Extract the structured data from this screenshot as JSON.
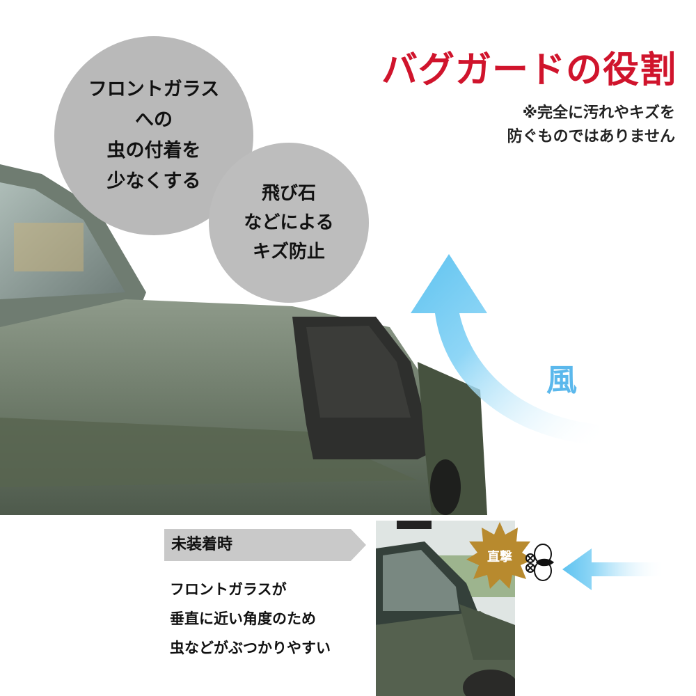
{
  "title": "バグガードの役割",
  "note": {
    "line1": "※完全に汚れやキズを",
    "line2": "防ぐものではありません"
  },
  "bubble1": {
    "line1": "フロントガラス",
    "line2": "への",
    "line3": "虫の付着を",
    "line4": "少なくする"
  },
  "bubble2": {
    "line1": "飛び石",
    "line2": "などによる",
    "line3": "キズ防止"
  },
  "wind_label": "風",
  "section": {
    "tag_label": "未装着時",
    "desc_line1": "フロントガラスが",
    "desc_line2": "垂直に近い角度のため",
    "desc_line3": "虫などがぶつかりやすい",
    "impact_label": "直撃"
  },
  "colors": {
    "title_red": "#d0142c",
    "bubble_gray": "#b9b9b9",
    "wind_blue": "#5bb8ec",
    "car_green": "#5d6a5a",
    "impact_gold": "#b88a2e"
  },
  "icons": [
    "wind-arrow-icon",
    "bug-icon",
    "impact-burst-icon",
    "wind-arrow-small-icon"
  ]
}
